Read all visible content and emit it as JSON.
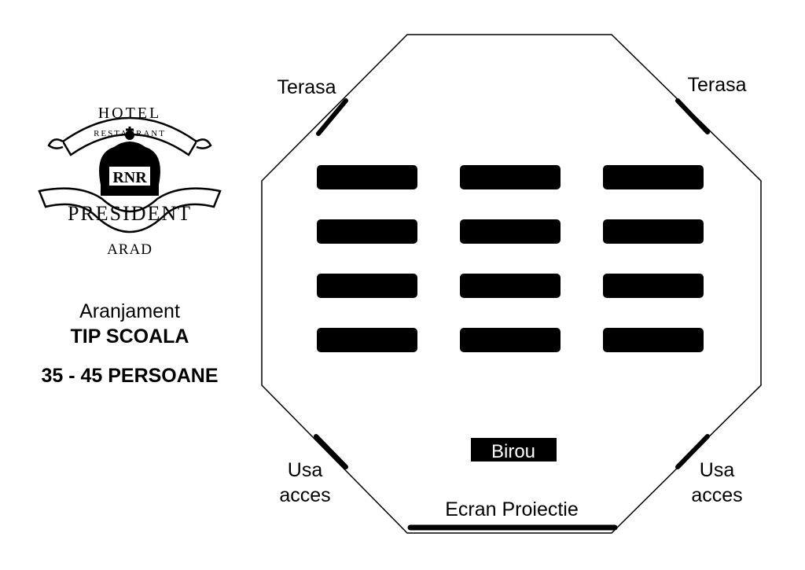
{
  "logo": {
    "line1": "HOTEL",
    "line2": "RESTAURANT",
    "monogram": "RNR",
    "name": "PRESIDENT",
    "city": "ARAD"
  },
  "info": {
    "line1": "Aranjament",
    "line2": "TIP SCOALA",
    "line3": "35 - 45 PERSOANE"
  },
  "room": {
    "terrace_left": "Terasa",
    "terrace_right": "Terasa",
    "door_left_1": "Usa",
    "door_left_2": "acces",
    "door_right_1": "Usa",
    "door_right_2": "acces",
    "desk": "Birou",
    "screen": "Ecran Proiectie",
    "table_rows": 4,
    "table_cols": 3
  }
}
